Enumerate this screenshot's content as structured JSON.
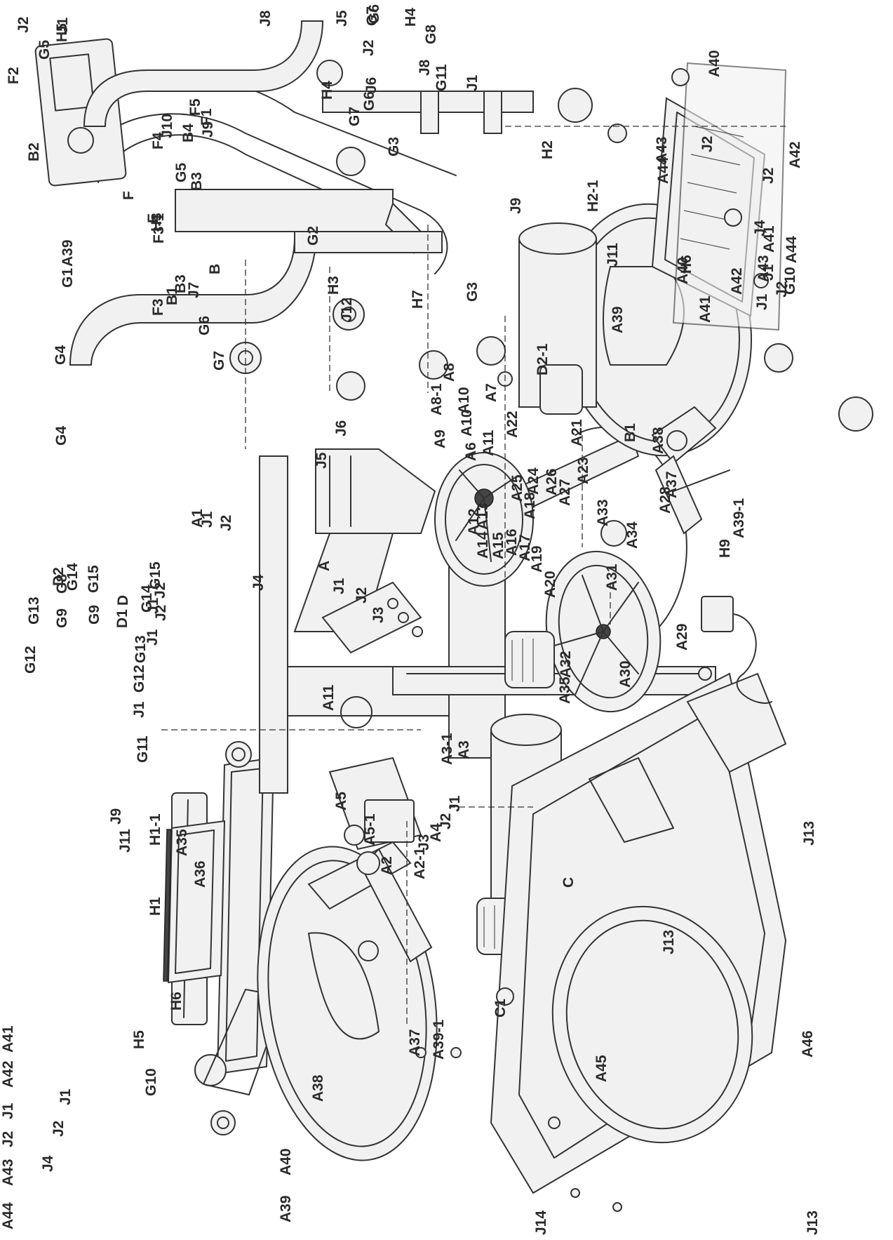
{
  "diagram": {
    "labels": [
      "A44",
      "A43",
      "J2",
      "J1",
      "A42",
      "A41",
      "G10",
      "H1",
      "H1-1",
      "J4",
      "J2",
      "J1",
      "H5",
      "H6",
      "J11",
      "J9",
      "A35",
      "A36",
      "A39",
      "A40",
      "A38",
      "A37",
      "A39-1",
      "C1",
      "C",
      "A45",
      "J14",
      "J13",
      "A46",
      "J13",
      "J13",
      "G11",
      "J1",
      "G12",
      "G13",
      "J1",
      "J2",
      "G14",
      "G15",
      "G9",
      "G8",
      "A11",
      "A5",
      "A5-1",
      "A2",
      "A2-1",
      "J3",
      "A4",
      "J2",
      "J1",
      "A3-1",
      "A3",
      "A35",
      "A30",
      "A32",
      "A29",
      "A20",
      "A19",
      "A17",
      "A16",
      "A15",
      "A14",
      "A13",
      "A12",
      "A18",
      "J3",
      "J2",
      "J1",
      "A",
      "A1",
      "J1",
      "J2",
      "J4",
      "A27",
      "A26",
      "A25",
      "A24",
      "A23",
      "A21",
      "A22",
      "A11",
      "A6",
      "A10",
      "A9",
      "A8-1",
      "A7",
      "A8",
      "A10",
      "A31",
      "A33",
      "A34",
      "A28",
      "A37",
      "A38",
      "A39-1",
      "A39",
      "A41",
      "A42",
      "A43",
      "J1",
      "J2",
      "A44",
      "A40",
      "H9",
      "J5",
      "J2",
      "J6",
      "G6",
      "G7",
      "H4",
      "J8",
      "G7",
      "G6",
      "J7",
      "B3",
      "J12",
      "G3",
      "H7",
      "H3",
      "B1",
      "B",
      "F3",
      "F3-1",
      "E",
      "F",
      "G4",
      "G1",
      "G5",
      "G4",
      "G5",
      "F2",
      "B2",
      "F5",
      "J10",
      "J9",
      "F1",
      "F4",
      "B4",
      "B3",
      "H3",
      "G2",
      "G3",
      "J8",
      "J5",
      "J2",
      "J6",
      "G6",
      "G7",
      "H4",
      "G8",
      "G11",
      "J1",
      "G12",
      "G13",
      "G9",
      "J1",
      "G14",
      "G15",
      "J2",
      "D",
      "D1",
      "D2",
      "D2-1",
      "H2-1",
      "H2",
      "J9",
      "J11",
      "H6",
      "A44",
      "A43",
      "J2",
      "J1",
      "G10",
      "J4",
      "J2",
      "J1",
      "H5",
      "A40",
      "A39",
      "A41",
      "A42",
      "B1"
    ]
  }
}
